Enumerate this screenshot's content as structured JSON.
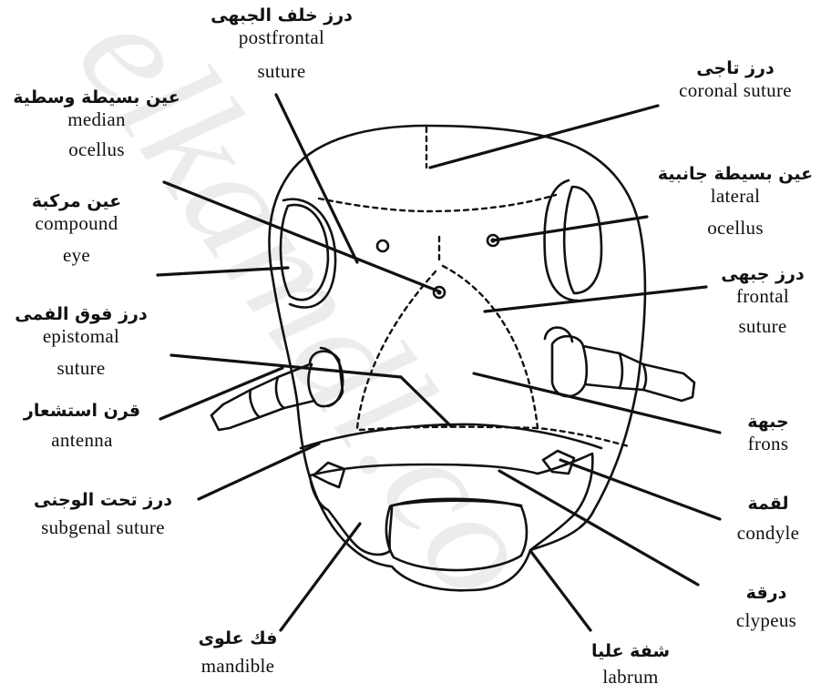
{
  "labels": {
    "postfrontal": {
      "arabic": "درز خلف الجبهى",
      "english": "postfrontal",
      "english2": "suture"
    },
    "coronal": {
      "arabic": "درز تاجى",
      "english": "coronal suture"
    },
    "median_ocellus": {
      "arabic": "عين بسيطة وسطية",
      "english": "median",
      "english2": "ocellus"
    },
    "lateral_ocellus": {
      "arabic": "عين بسيطة جانبية",
      "english": "lateral",
      "english2": "ocellus"
    },
    "compound_eye": {
      "arabic": "عين مركبة",
      "english": "compound",
      "english2": "eye"
    },
    "frontal_suture": {
      "arabic": "درز جبهى",
      "english": "frontal",
      "english2": "suture"
    },
    "epistomal": {
      "arabic": "درز فوق الفمى",
      "english": "epistomal",
      "english2": "suture"
    },
    "antenna": {
      "arabic": "قرن استشعار",
      "english": "antenna"
    },
    "frons": {
      "arabic": "جبهة",
      "english": "frons"
    },
    "subgenal": {
      "arabic": "درز تحت الوجنى",
      "english": "subgenal suture"
    },
    "condyle": {
      "arabic": "لقمة",
      "english": "condyle"
    },
    "mandible": {
      "arabic": "فك علوى",
      "english": "mandible"
    },
    "clypeus": {
      "arabic": "درقة",
      "english": "clypeus"
    },
    "labrum": {
      "arabic": "شفة عليا",
      "english": "labrum"
    }
  },
  "watermark": "elkamdl.co",
  "colors": {
    "ink": "#111111",
    "watermark": "#ececec"
  }
}
